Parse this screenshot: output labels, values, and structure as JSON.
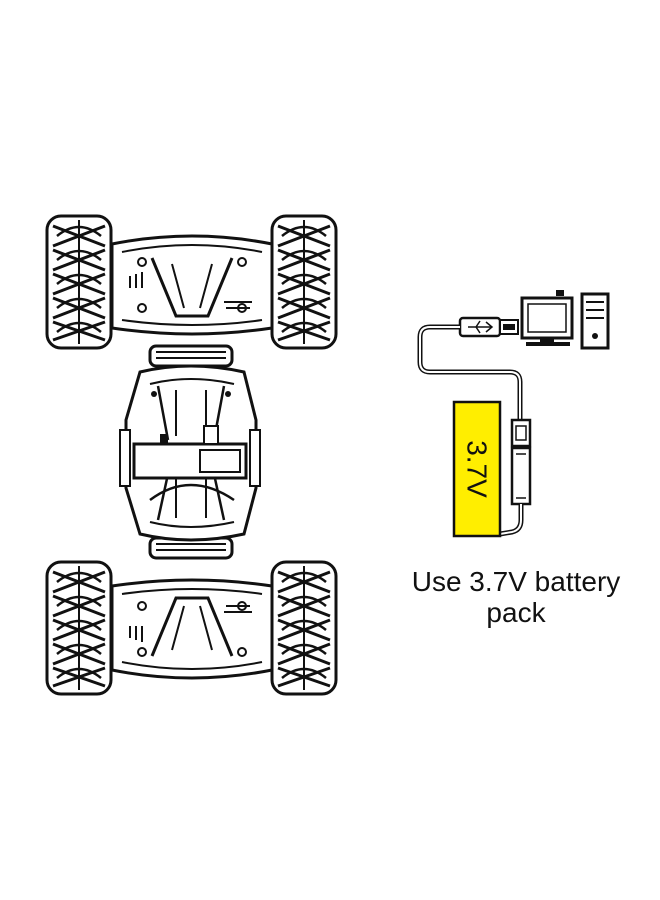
{
  "battery": {
    "voltage_label": "3.7V",
    "fill_color": "#ffee00"
  },
  "caption": {
    "line1": "Use 3.7V battery",
    "line2": "pack"
  },
  "icons": {
    "car": "rc-stunt-car-top-view-icon",
    "usb": "usb-plug-icon",
    "computer": "desktop-computer-icon"
  }
}
